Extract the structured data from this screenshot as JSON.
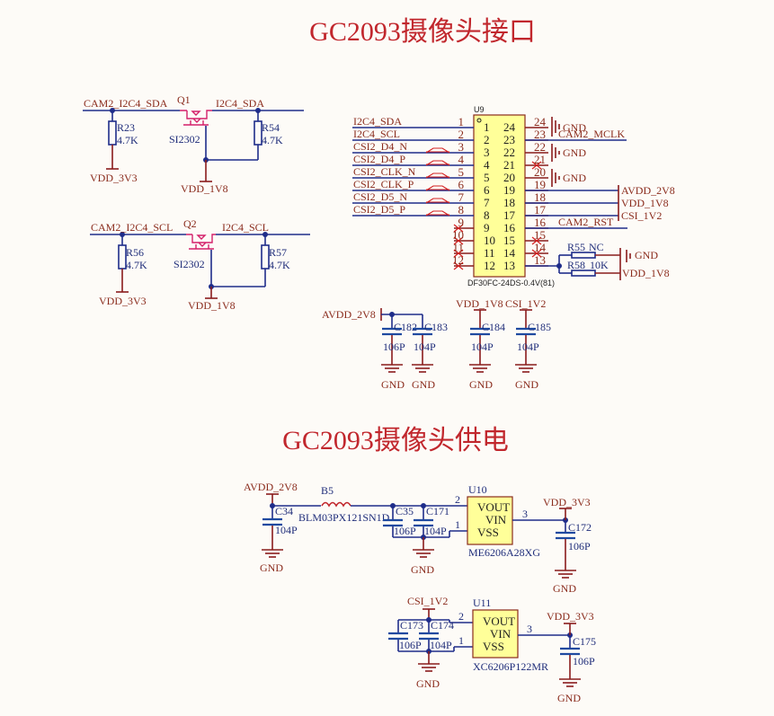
{
  "titles": {
    "interface": "GC2093摄像头接口",
    "power": "GC2093摄像头供电"
  },
  "level_shift": {
    "sda": {
      "net_in": "CAM2_I2C4_SDA",
      "net_out": "I2C4_SDA",
      "mosfet_ref": "Q1",
      "mosfet_part": "SI2302",
      "r_left": {
        "ref": "R23",
        "value": "4.7K",
        "rail": "VDD_3V3"
      },
      "r_right": {
        "ref": "R54",
        "value": "4.7K"
      },
      "gate_rail": "VDD_1V8"
    },
    "scl": {
      "net_in": "CAM2_I2C4_SCL",
      "net_out": "I2C4_SCL",
      "mosfet_ref": "Q2",
      "mosfet_part": "SI2302",
      "r_left": {
        "ref": "R56",
        "value": "4.7K",
        "rail": "VDD_3V3"
      },
      "r_right": {
        "ref": "R57",
        "value": "4.7K"
      },
      "gate_rail": "VDD_1V8"
    }
  },
  "connector": {
    "ref": "U9",
    "part": "DF30FC-24DS-0.4V(81)",
    "left_nets": [
      "I2C4_SDA",
      "I2C4_SCL",
      "CSI2_D4_N",
      "CSI2_D4_P",
      "CSI2_CLK_N",
      "CSI2_CLK_P",
      "CSI2_D5_N",
      "CSI2_D5_P"
    ],
    "left_pins": [
      "1",
      "2",
      "3",
      "4",
      "5",
      "6",
      "7",
      "8",
      "9",
      "10",
      "11",
      "12"
    ],
    "right_pins": [
      "24",
      "23",
      "22",
      "21",
      "20",
      "19",
      "18",
      "17",
      "16",
      "15",
      "14",
      "13"
    ],
    "inner_left": [
      "1",
      "2",
      "3",
      "4",
      "5",
      "6",
      "7",
      "8",
      "9",
      "10",
      "11",
      "12"
    ],
    "inner_right": [
      "24",
      "23",
      "22",
      "21",
      "20",
      "19",
      "18",
      "17",
      "16",
      "15",
      "14",
      "13"
    ],
    "right_nets": {
      "gnd": "GND",
      "mclk": "CAM2_MCLK",
      "avdd": "AVDD_2V8",
      "vdd18": "VDD_1V8",
      "csi12": "CSI_1V2",
      "rst": "CAM2_RST"
    },
    "r55": {
      "ref": "R55",
      "value": "NC",
      "rail": "GND"
    },
    "r58": {
      "ref": "R58",
      "value": "10K",
      "rail": "VDD_1V8"
    }
  },
  "decoupling": {
    "avdd_label": "AVDD_2V8",
    "vdd18_label": "VDD_1V8",
    "csi12_label": "CSI_1V2",
    "caps": [
      {
        "ref": "C182",
        "value": "106P",
        "gnd": "GND"
      },
      {
        "ref": "C183",
        "value": "104P",
        "gnd": "GND"
      },
      {
        "ref": "C184",
        "value": "104P",
        "gnd": "GND"
      },
      {
        "ref": "C185",
        "value": "104P",
        "gnd": "GND"
      }
    ]
  },
  "power": {
    "avdd_label": "AVDD_2V8",
    "bead": {
      "ref": "B5",
      "part": "BLM03PX121SN1D"
    },
    "c34": {
      "ref": "C34",
      "value": "104P"
    },
    "c35": {
      "ref": "C35",
      "value": "106P"
    },
    "c171": {
      "ref": "C171",
      "value": "104P"
    },
    "u10": {
      "ref": "U10",
      "part": "ME6206A28XG",
      "pins": [
        "VOUT",
        "VIN",
        "VSS"
      ],
      "pin_nums": [
        "2",
        "3",
        "1"
      ]
    },
    "vdd33_a": "VDD_3V3",
    "c172": {
      "ref": "C172",
      "value": "106P"
    },
    "csi12_label": "CSI_1V2",
    "c173": {
      "ref": "C173",
      "value": "106P"
    },
    "c174": {
      "ref": "C174",
      "value": "104P"
    },
    "u11": {
      "ref": "U11",
      "part": "XC6206P122MR",
      "pins": [
        "VOUT",
        "VIN",
        "VSS"
      ],
      "pin_nums": [
        "2",
        "3",
        "1"
      ]
    },
    "vdd33_b": "VDD_3V3",
    "c175": {
      "ref": "C175",
      "value": "106P"
    },
    "gnd": "GND"
  }
}
